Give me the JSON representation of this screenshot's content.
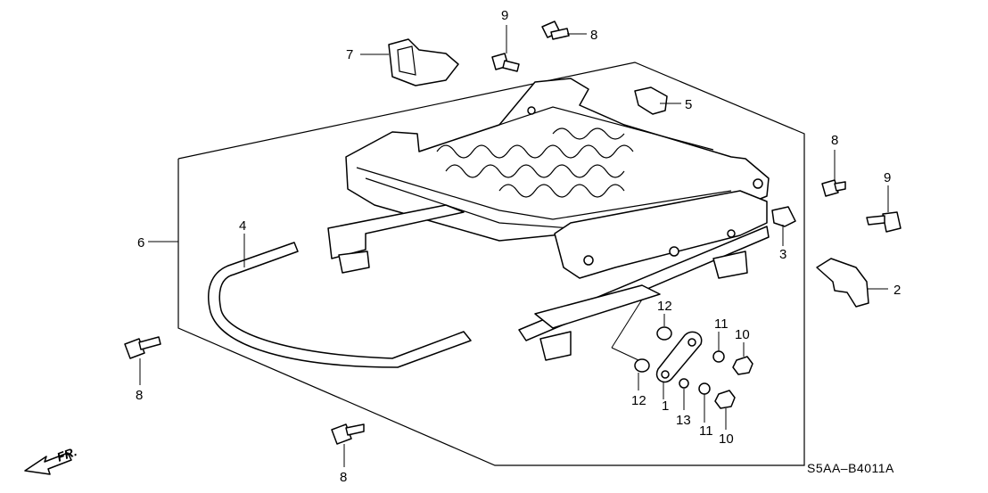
{
  "diagram": {
    "callouts": [
      {
        "id": "c1",
        "text": "1"
      },
      {
        "id": "c2",
        "text": "2"
      },
      {
        "id": "c3",
        "text": "3"
      },
      {
        "id": "c4",
        "text": "4"
      },
      {
        "id": "c5",
        "text": "5"
      },
      {
        "id": "c6",
        "text": "6"
      },
      {
        "id": "c7",
        "text": "7"
      },
      {
        "id": "c8a",
        "text": "8"
      },
      {
        "id": "c8b",
        "text": "8"
      },
      {
        "id": "c8c",
        "text": "8"
      },
      {
        "id": "c8d",
        "text": "8"
      },
      {
        "id": "c9a",
        "text": "9"
      },
      {
        "id": "c9b",
        "text": "9"
      },
      {
        "id": "c10a",
        "text": "10"
      },
      {
        "id": "c10b",
        "text": "10"
      },
      {
        "id": "c11a",
        "text": "11"
      },
      {
        "id": "c11b",
        "text": "11"
      },
      {
        "id": "c12a",
        "text": "12"
      },
      {
        "id": "c12b",
        "text": "12"
      },
      {
        "id": "c13",
        "text": "13"
      }
    ],
    "diagram_code": "S5AA–B4011A",
    "direction_label": "FR."
  }
}
